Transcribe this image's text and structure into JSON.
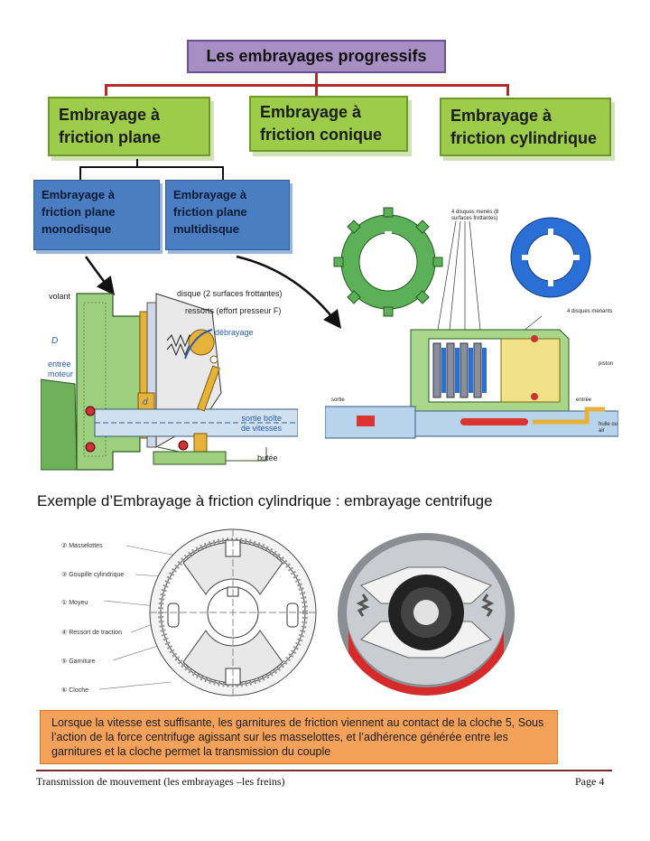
{
  "title": "Les embrayages progressifs",
  "categories": [
    "Embrayage à friction plane",
    "Embrayage à friction conique",
    "Embrayage à friction cylindrique"
  ],
  "subcategories": [
    "Embrayage à friction plane monodisque",
    "Embrayage à friction plane multidisque"
  ],
  "mono_labels": {
    "volant": "volant",
    "disque": "disque (2 surfaces frottantes)",
    "ressorts": "ressorts (effort presseur F)",
    "debrayage": "débrayage",
    "entree": "entrée moteur",
    "sortie": "sortie boîte de vitesses",
    "butee": "butée",
    "d_small": "d",
    "d_big": "D"
  },
  "multi_labels": {
    "menes": "4 disques menés (8 surfaces frottantes)",
    "menants": "4 disques menants",
    "piston": "piston",
    "sortie": "sortie",
    "entree": "entrée",
    "huile": "huile ou air"
  },
  "centrifuge_heading": "Exemple d’Embrayage à friction cylindrique : embrayage centrifuge",
  "centrifuge_labels": [
    "② Masselottes",
    "③ Goupille cylindrique",
    "① Moyeu",
    "④ Ressort de traction",
    "⑤ Garniture",
    "⑥ Cloche"
  ],
  "note": "Lorsque la vitesse est suffisante, les garnitures de friction viennent au contact de la cloche 5, Sous l’action de la force centrifuge agissant sur les masselottes, et l’adhérence générée entre les garnitures et la cloche permet la transmission du couple",
  "footer": {
    "left": "Transmission de mouvement (les embrayages –les freins)",
    "right": "Page 4"
  },
  "colors": {
    "title_bg": "#a78fc4",
    "category_bg": "#9ccc4a",
    "sub_bg": "#4a7dc2",
    "connector": "#b22a2a",
    "note_bg": "#f4a15a"
  }
}
